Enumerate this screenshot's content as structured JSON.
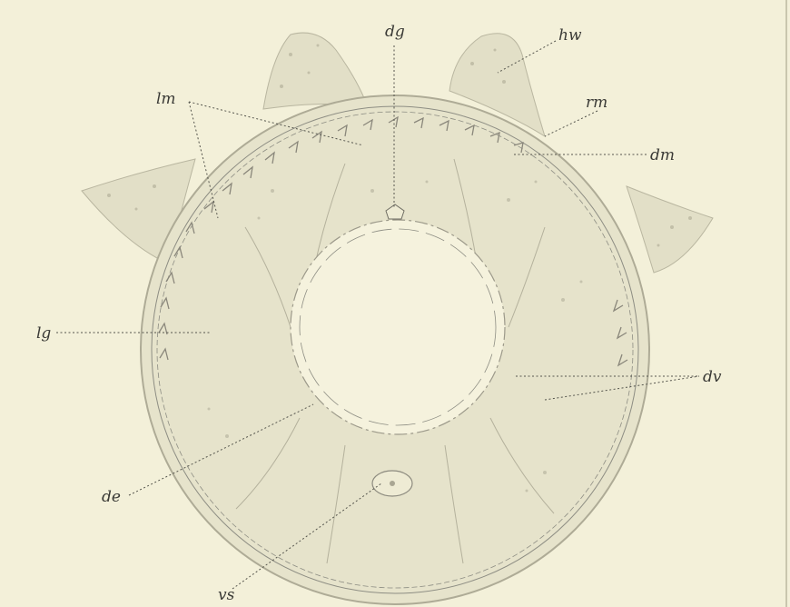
{
  "figure": {
    "labels": {
      "dg": "dg",
      "hw": "hw",
      "lm": "lm",
      "rm": "rm",
      "dm": "dm",
      "lg": "lg",
      "dv": "dv",
      "de": "de",
      "vs": "vs"
    }
  },
  "colors": {
    "paper": "#f3f0d9",
    "tissue": "#dedbc3",
    "ink": "#3a3a36"
  }
}
